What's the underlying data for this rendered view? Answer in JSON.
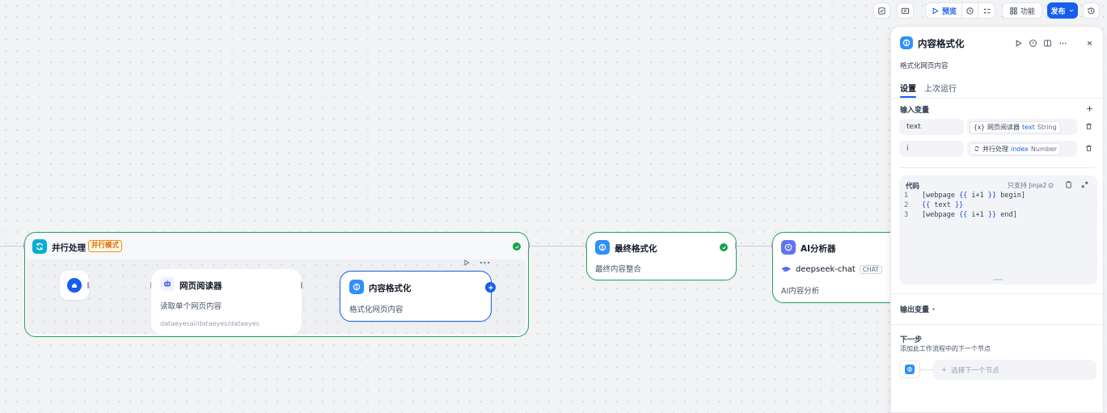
{
  "toolbar": {
    "preview_label": "预览",
    "features_label": "功能",
    "publish_label": "发布"
  },
  "nodes": {
    "parallel": {
      "title": "并行处理",
      "badge": "并行模式"
    },
    "web_reader": {
      "title": "网页阅读器",
      "desc": "读取单个网页内容",
      "source": "dataeyesai/dataeyes/dataeyes"
    },
    "content_format": {
      "title": "内容格式化",
      "desc": "格式化网页内容"
    },
    "final_format": {
      "title": "最终格式化",
      "desc": "最终内容整合"
    },
    "ai_analyzer": {
      "title": "AI分析器",
      "model": "deepseek-chat",
      "model_tag": "CHAT",
      "desc": "AI内容分析"
    }
  },
  "panel": {
    "title": "内容格式化",
    "description": "格式化网页内容",
    "tabs": [
      "设置",
      "上次运行"
    ],
    "active_tab": 0,
    "input_vars_label": "输入变量",
    "input_vars": [
      {
        "name": "text",
        "source": "网页阅读器",
        "var": "text",
        "type": "String",
        "source_icon": "variable-icon"
      },
      {
        "name": "i",
        "source": "并行处理",
        "var": "index",
        "type": "Number",
        "source_icon": "loop-icon"
      }
    ],
    "code": {
      "label": "代码",
      "hint": "只支持 Jinja2",
      "lines": [
        "[webpage {{ i+1 }} begin]",
        "{{ text }}",
        "[webpage {{ i+1 }} end]"
      ],
      "line_numbers": [
        "1",
        "2",
        "3"
      ]
    },
    "output_vars_label": "输出变量",
    "next_step": {
      "label": "下一步",
      "desc": "添加此工作流程中的下一个节点",
      "select_placeholder": "选择下一个节点"
    }
  },
  "colors": {
    "accent": "#155eef",
    "success": "#16a34a",
    "parallel_icon": "#06aed4",
    "selected_border": "#155eef",
    "badge": "#dc6803"
  }
}
